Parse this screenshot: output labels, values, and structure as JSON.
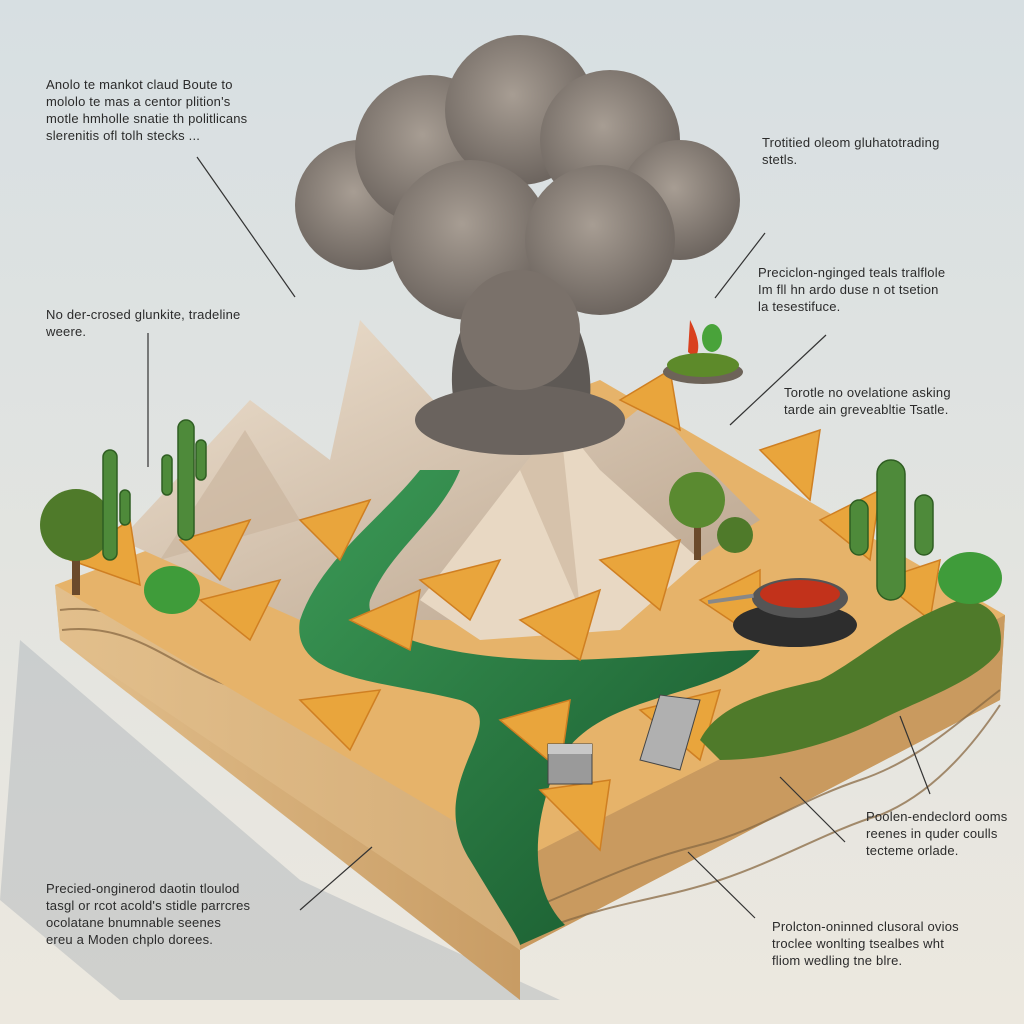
{
  "palette": {
    "sky_top": "#d7dfe2",
    "sky_bottom": "#ece8df",
    "chip": "#e9a53c",
    "chip_dark": "#cf7f22",
    "mountain": "#dcc9b3",
    "mountain_shade": "#b9a38c",
    "river": "#1f6b3a",
    "river_light": "#3c9a56",
    "shrub": "#4f7a2a",
    "cactus": "#4e8a3a",
    "base": "#d9b27d",
    "base_line": "#8a6a44",
    "smoke": "#8f857c",
    "smoke_dark": "#5e5955",
    "salsa": "#c2321b"
  },
  "callouts": [
    {
      "id": "top-left",
      "lines": [
        "Anolo te mankot claud Boute to",
        "mololo te mas a centor plition's",
        "motle hmholle snatie th politlicans",
        "slerenitis ofl tolh stecks ..."
      ]
    },
    {
      "id": "top-right",
      "lines": [
        "Trotitied oleom gluhatotrading",
        "stetls."
      ]
    },
    {
      "id": "left-mid",
      "lines": [
        "No der-crosed glunkite,  tradeline",
        "weere."
      ]
    },
    {
      "id": "right-upper",
      "lines": [
        "Preciclon-nginged teals tralflole",
        "Im fll hn ardo duse  n ot tsetion",
        "la tesestifuce."
      ]
    },
    {
      "id": "right-mid",
      "lines": [
        "Torotle no ovelatione asking",
        "tarde ain greveabltie Tsatle."
      ]
    },
    {
      "id": "right-lower",
      "lines": [
        "Poolen-endeclord ooms",
        "reenes  in quder coulls",
        "tecteme orlade."
      ]
    },
    {
      "id": "bottom-left",
      "lines": [
        "Precied-onginerod daotin tloulod",
        "tasgl or rcot  acold's stidle parrcres",
        "ocolatane bnumnable seenes",
        "ereu a Moden chplo dorees."
      ]
    },
    {
      "id": "bottom-right",
      "lines": [
        "Prolcton-oninned clusoral ovios",
        "troclee wonlting tsealbes wht",
        "fliom wedling tne blre."
      ]
    }
  ]
}
